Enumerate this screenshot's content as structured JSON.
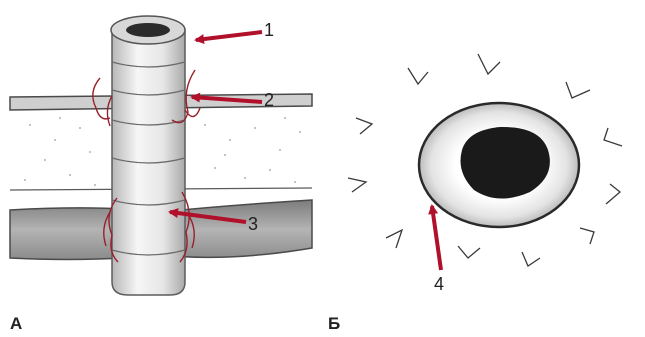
{
  "panels": {
    "left": {
      "label": "А"
    },
    "right": {
      "label": "Б"
    }
  },
  "callouts": {
    "c1": "1",
    "c2": "2",
    "c3": "3",
    "c4": "4"
  },
  "colors": {
    "arrow": "#b0102a",
    "suture": "#9a1f2c",
    "stroke": "#4a4a4a",
    "tissue_light": "#e9e9e9",
    "tissue_dark": "#8a8a8a",
    "lumen": "#1a1a1a"
  },
  "icons": [
    "stitch-icon",
    "arrow-icon"
  ]
}
